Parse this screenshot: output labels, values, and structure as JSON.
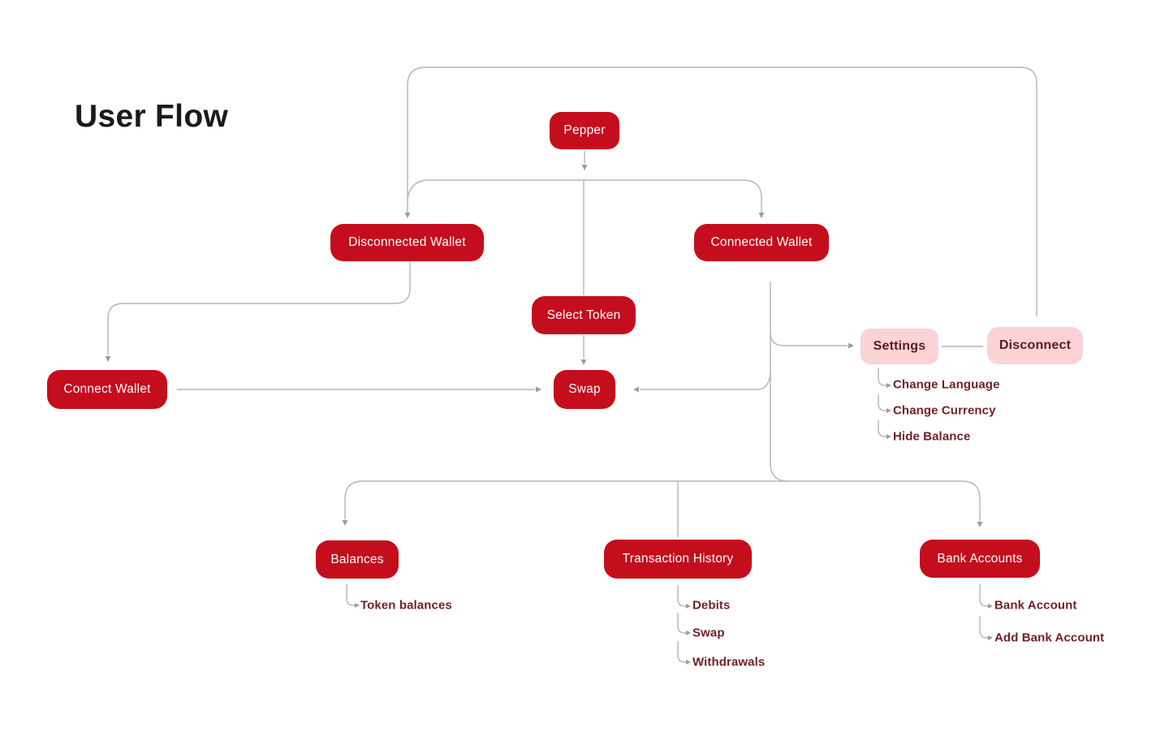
{
  "title": "User Flow",
  "colors": {
    "node_red": "#C40D1D",
    "node_pink": "#FBD3D6",
    "pink_text": "#5E1B21",
    "sub_item_text": "#6F2228",
    "connector_line": "#B5B5B5"
  },
  "nodes": {
    "pepper": {
      "label": "Pepper"
    },
    "disconnected_wallet": {
      "label": "Disconnected Wallet"
    },
    "connected_wallet": {
      "label": "Connected Wallet"
    },
    "select_token": {
      "label": "Select Token"
    },
    "swap": {
      "label": "Swap"
    },
    "connect_wallet": {
      "label": "Connect Wallet"
    },
    "settings": {
      "label": "Settings"
    },
    "disconnect": {
      "label": "Disconnect"
    },
    "balances": {
      "label": "Balances"
    },
    "transaction_history": {
      "label": "Transaction History"
    },
    "bank_accounts": {
      "label": "Bank Accounts"
    }
  },
  "sub_items": {
    "settings": [
      "Change Language",
      "Change Currency",
      "Hide Balance"
    ],
    "balances": [
      "Token balances"
    ],
    "transaction_history": [
      "Debits",
      "Swap",
      "Withdrawals"
    ],
    "bank_accounts": [
      "Bank Account",
      "Add Bank Account"
    ]
  }
}
